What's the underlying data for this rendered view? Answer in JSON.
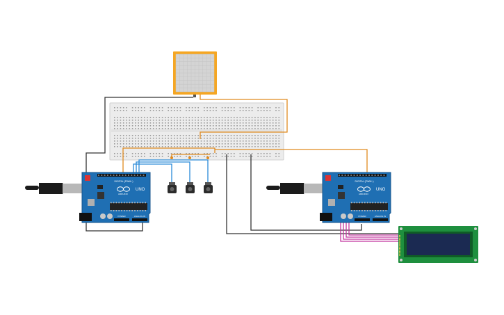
{
  "colors": {
    "background": "#ffffff",
    "breadboard": "#ececec",
    "breadboard_edge": "#cfcfcf",
    "board": "#1f6fb3",
    "board_dark": "#17568c",
    "chip": "#222222",
    "usb_plug": "#1b1b1b",
    "wire_orange": "#e08a1e",
    "wire_black": "#333333",
    "wire_blue": "#2a8ad8",
    "wire_magenta": "#c2369f",
    "lcd_pcb": "#1e8f3e",
    "lcd_screen": "#1b2a52",
    "gyro_frame": "#f5a623",
    "gyro_screen": "#d4d4d4"
  },
  "arduinos": [
    {
      "model": "UNO",
      "brand": "ARDUINO",
      "digital_label": "DIGITAL (PWM~)",
      "power_label": "POWER",
      "analog_label": "ANALOG IN"
    },
    {
      "model": "UNO",
      "brand": "ARDUINO",
      "digital_label": "DIGITAL (PWM~)",
      "power_label": "POWER",
      "analog_label": "ANALOG IN"
    }
  ],
  "icons": {
    "usb_cable": "usb-cable-icon",
    "pushbutton": "pushbutton-icon",
    "lcd": "lcd-16x2-icon",
    "gyro": "gyro-display-icon"
  }
}
